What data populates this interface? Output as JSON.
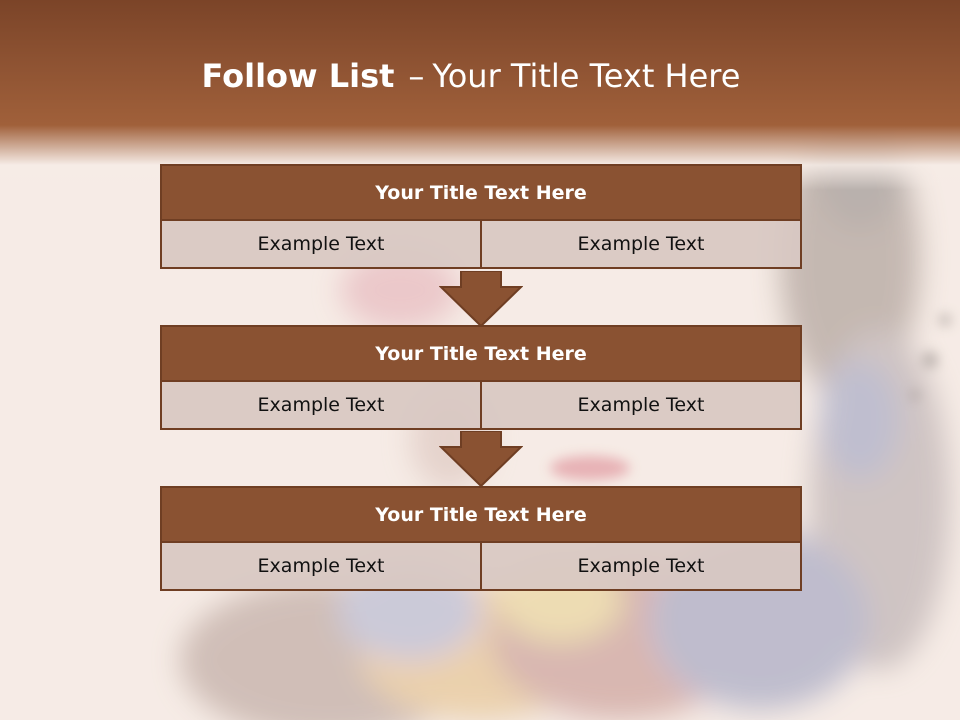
{
  "header": {
    "title_bold": "Follow List",
    "title_separator": "–",
    "title_rest": "Your Title Text Here"
  },
  "steps": [
    {
      "title": "Your Title Text Here",
      "left": "Example Text",
      "right": "Example Text"
    },
    {
      "title": "Your Title Text Here",
      "left": "Example Text",
      "right": "Example Text"
    },
    {
      "title": "Your Title Text Here",
      "left": "Example Text",
      "right": "Example Text"
    }
  ],
  "colors": {
    "header_brown": "#8d5232",
    "box_title": "#8a5232",
    "box_border": "#6f3e23",
    "cell_fill": "#d8c8c2",
    "background": "#f6ece6"
  }
}
